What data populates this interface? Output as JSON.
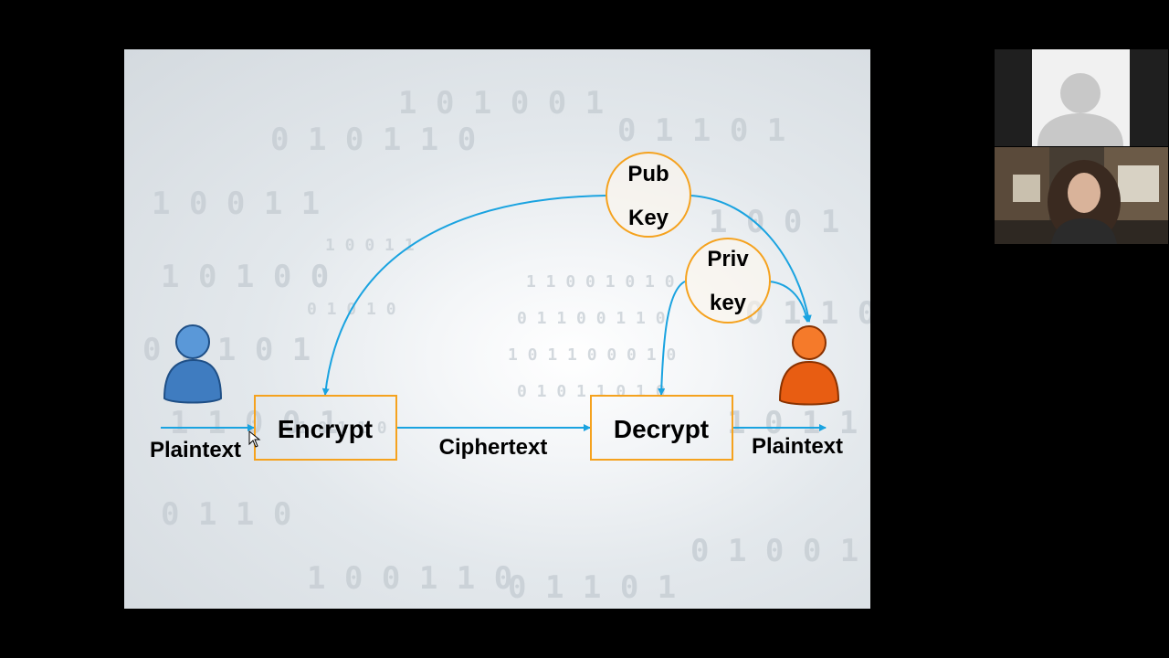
{
  "slide": {
    "nodes": {
      "encrypt": "Encrypt",
      "decrypt": "Decrypt"
    },
    "labels": {
      "plaintext_in": "Plaintext",
      "ciphertext": "Ciphertext",
      "plaintext_out": "Plaintext"
    },
    "keys": {
      "pub_line1": "Pub",
      "pub_line2": "Key",
      "priv_line1": "Priv",
      "priv_line2": "key"
    }
  },
  "participants": [
    {
      "role": "avatar-placeholder"
    },
    {
      "role": "presenter-video"
    }
  ],
  "colors": {
    "arrow": "#1aa3e0",
    "box_border": "#f5a21e",
    "sender_person": "#4a86c8",
    "receiver_person": "#f06a1a",
    "slide_text": "#000000"
  }
}
